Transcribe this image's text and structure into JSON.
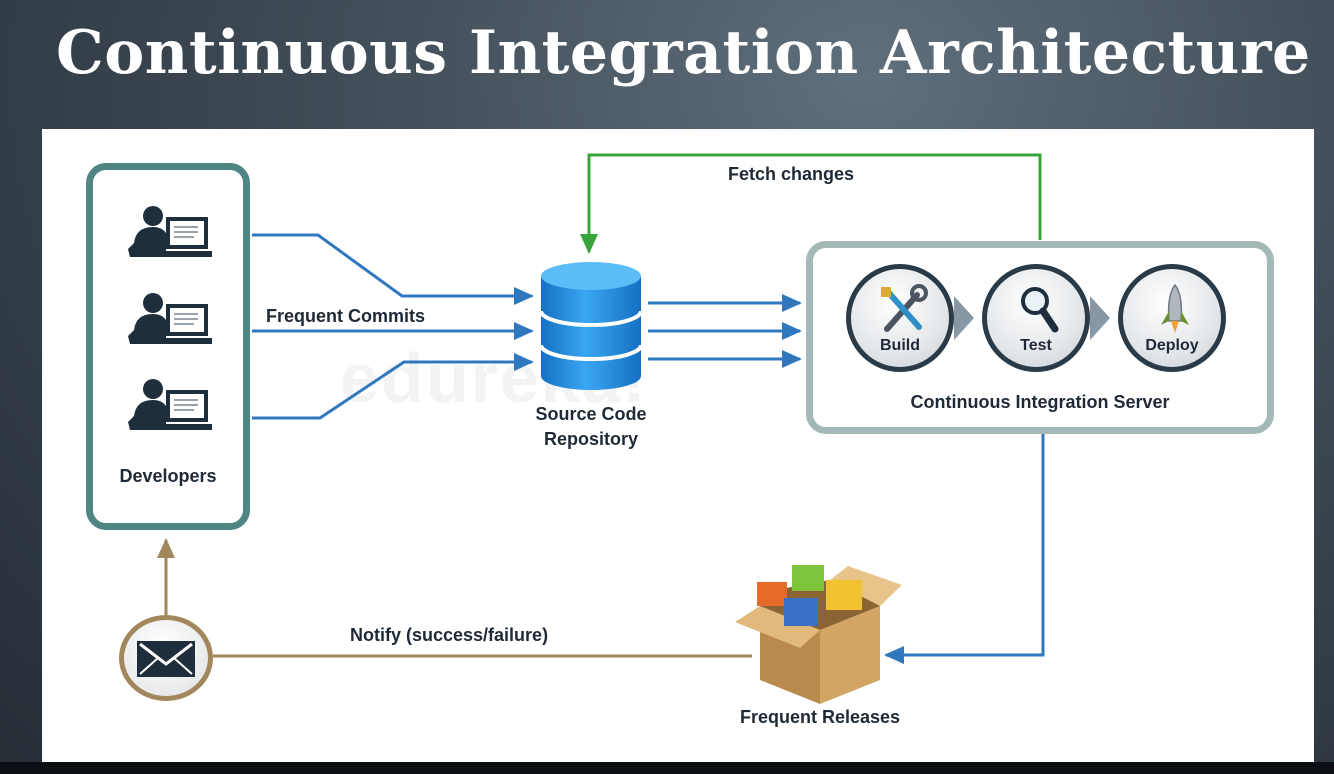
{
  "slide": {
    "title": "Continuous Integration Architecture"
  },
  "diagram": {
    "developers_label": "Developers",
    "commits_label": "Frequent Commits",
    "repo_label_line1": "Source Code",
    "repo_label_line2": "Repository",
    "fetch_label": "Fetch changes",
    "ci_server_label": "Continuous Integration Server",
    "stages": [
      {
        "label": "Build",
        "icon": "tools-icon"
      },
      {
        "label": "Test",
        "icon": "magnifier-icon"
      },
      {
        "label": "Deploy",
        "icon": "rocket-icon"
      }
    ],
    "notify_label": "Notify (success/failure)",
    "releases_label": "Frequent Releases",
    "watermark": "edureka!"
  },
  "colors": {
    "teal_border": "#4f8583",
    "blue_arrow": "#2f78c0",
    "green_arrow": "#3aa33a",
    "brown_arrow": "#a3875c",
    "database": "#1f8ee6"
  }
}
